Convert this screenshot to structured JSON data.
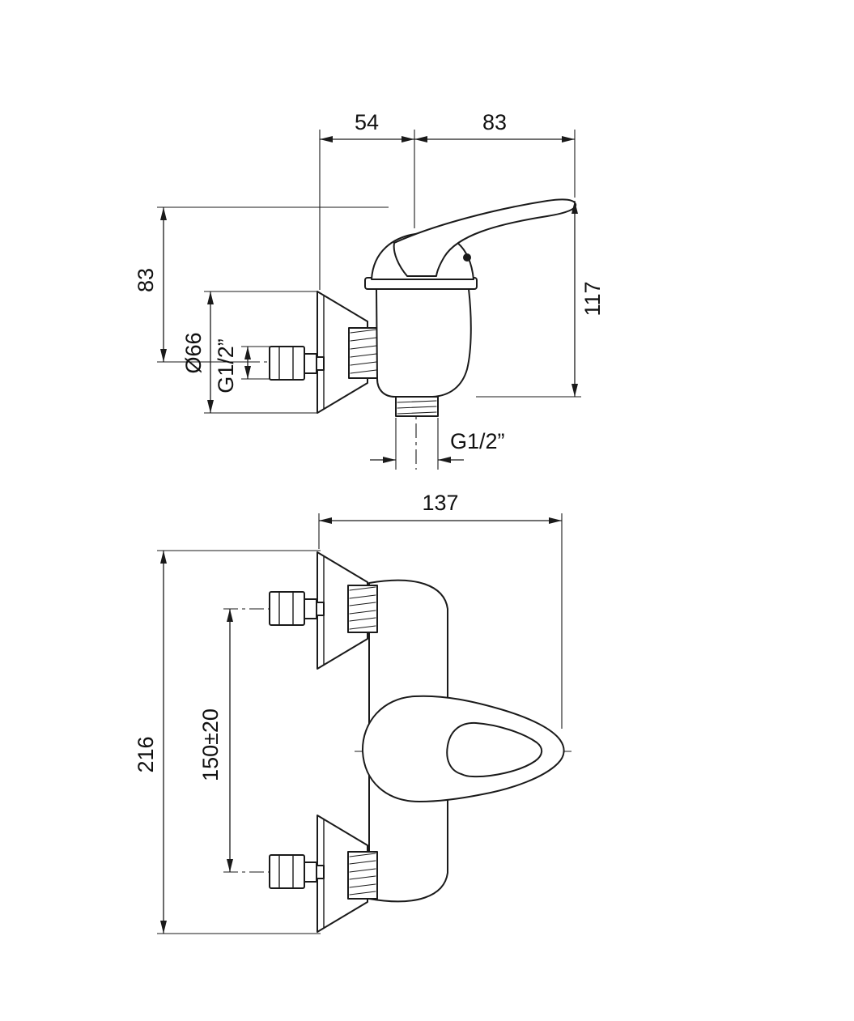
{
  "drawing": {
    "type": "technical-dimension-drawing",
    "subject": "wall-mounted single-lever shower mixer",
    "colors": {
      "line": "#1a1a1a",
      "background": "#ffffff"
    }
  },
  "side_view": {
    "wall_to_body": "54",
    "handle_reach": "83",
    "body_height_above_inlet": "83",
    "overall_height": "117",
    "flange_diameter": "Ø66",
    "inlet_thread": "G1/2”",
    "outlet_thread": "G1/2”"
  },
  "front_view": {
    "overall_width": "137",
    "overall_height": "216",
    "inlet_centers": "150±20"
  }
}
